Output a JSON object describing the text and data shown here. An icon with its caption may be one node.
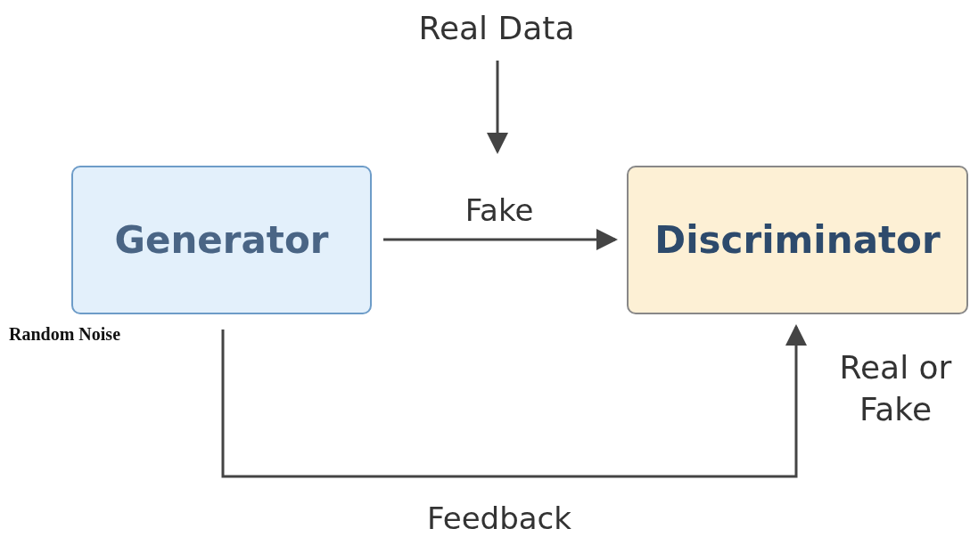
{
  "diagram": {
    "nodes": [
      {
        "text": [
          "Generator"
        ]
      },
      {
        "text": [
          "Discriminator"
        ]
      },
      {
        "text": [
          "Real Data"
        ]
      }
    ],
    "edges": [
      {
        "from": 2,
        "to": null,
        "arrow": "to"
      },
      {
        "from": 0,
        "to": 1,
        "arrow": "to",
        "label": "Fake"
      },
      {
        "from": 0,
        "to": 1,
        "arrow": "to",
        "label": "Feedback"
      }
    ],
    "labels": [
      "Random Noise",
      "Real or Fake"
    ]
  }
}
